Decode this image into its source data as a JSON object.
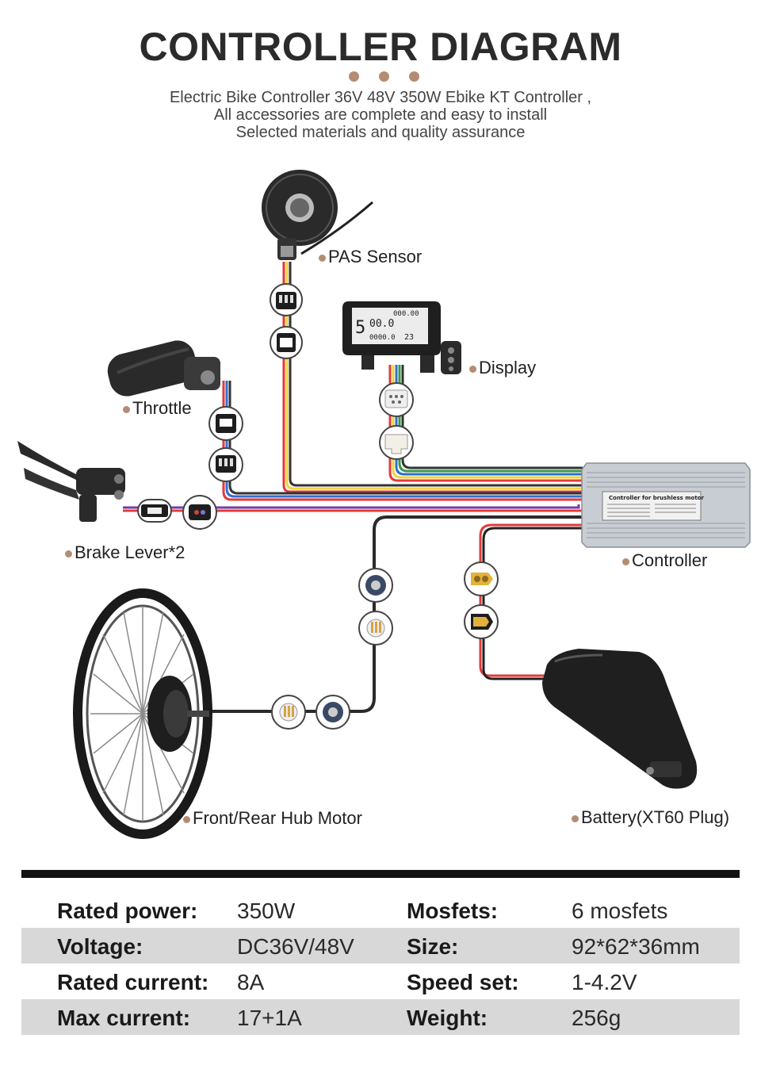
{
  "header": {
    "title": "CONTROLLER DIAGRAM",
    "subtitle_lines": [
      "Electric Bike Controller 36V 48V 350W Ebike KT Controller ,",
      "All accessories are complete and easy to install",
      "Selected materials and quality assurance"
    ]
  },
  "labels": {
    "pas_sensor": "PAS Sensor",
    "display": "Display",
    "throttle": "Throttle",
    "brake_lever": "Brake Lever*2",
    "controller": "Controller",
    "hub_motor": "Front/Rear Hub Motor",
    "battery": "Battery(XT60 Plug)"
  },
  "display_screen": {
    "top": "000.00",
    "speed": "00.0",
    "odo": "0000.0",
    "temp": "23"
  },
  "controller_label": {
    "title": "Controller for brushless motor"
  },
  "specs": [
    {
      "k1": "Rated power:",
      "v1": "350W",
      "k2": "Mosfets:",
      "v2": "6 mosfets"
    },
    {
      "k1": "Voltage:",
      "v1": "DC36V/48V",
      "k2": "Size:",
      "v2": "92*62*36mm"
    },
    {
      "k1": "Rated current:",
      "v1": "8A",
      "k2": "Speed set:",
      "v2": "1-4.2V"
    },
    {
      "k1": "Max current:",
      "v1": "17+1A",
      "k2": "Weight:",
      "v2": "256g"
    }
  ],
  "colors": {
    "accent_dot": "#b48c72",
    "wire_red": "#e23a3a",
    "wire_yellow": "#f2d43a",
    "wire_blue": "#2f6fd6",
    "wire_black": "#222222",
    "row_shade": "#d8d8d8"
  }
}
